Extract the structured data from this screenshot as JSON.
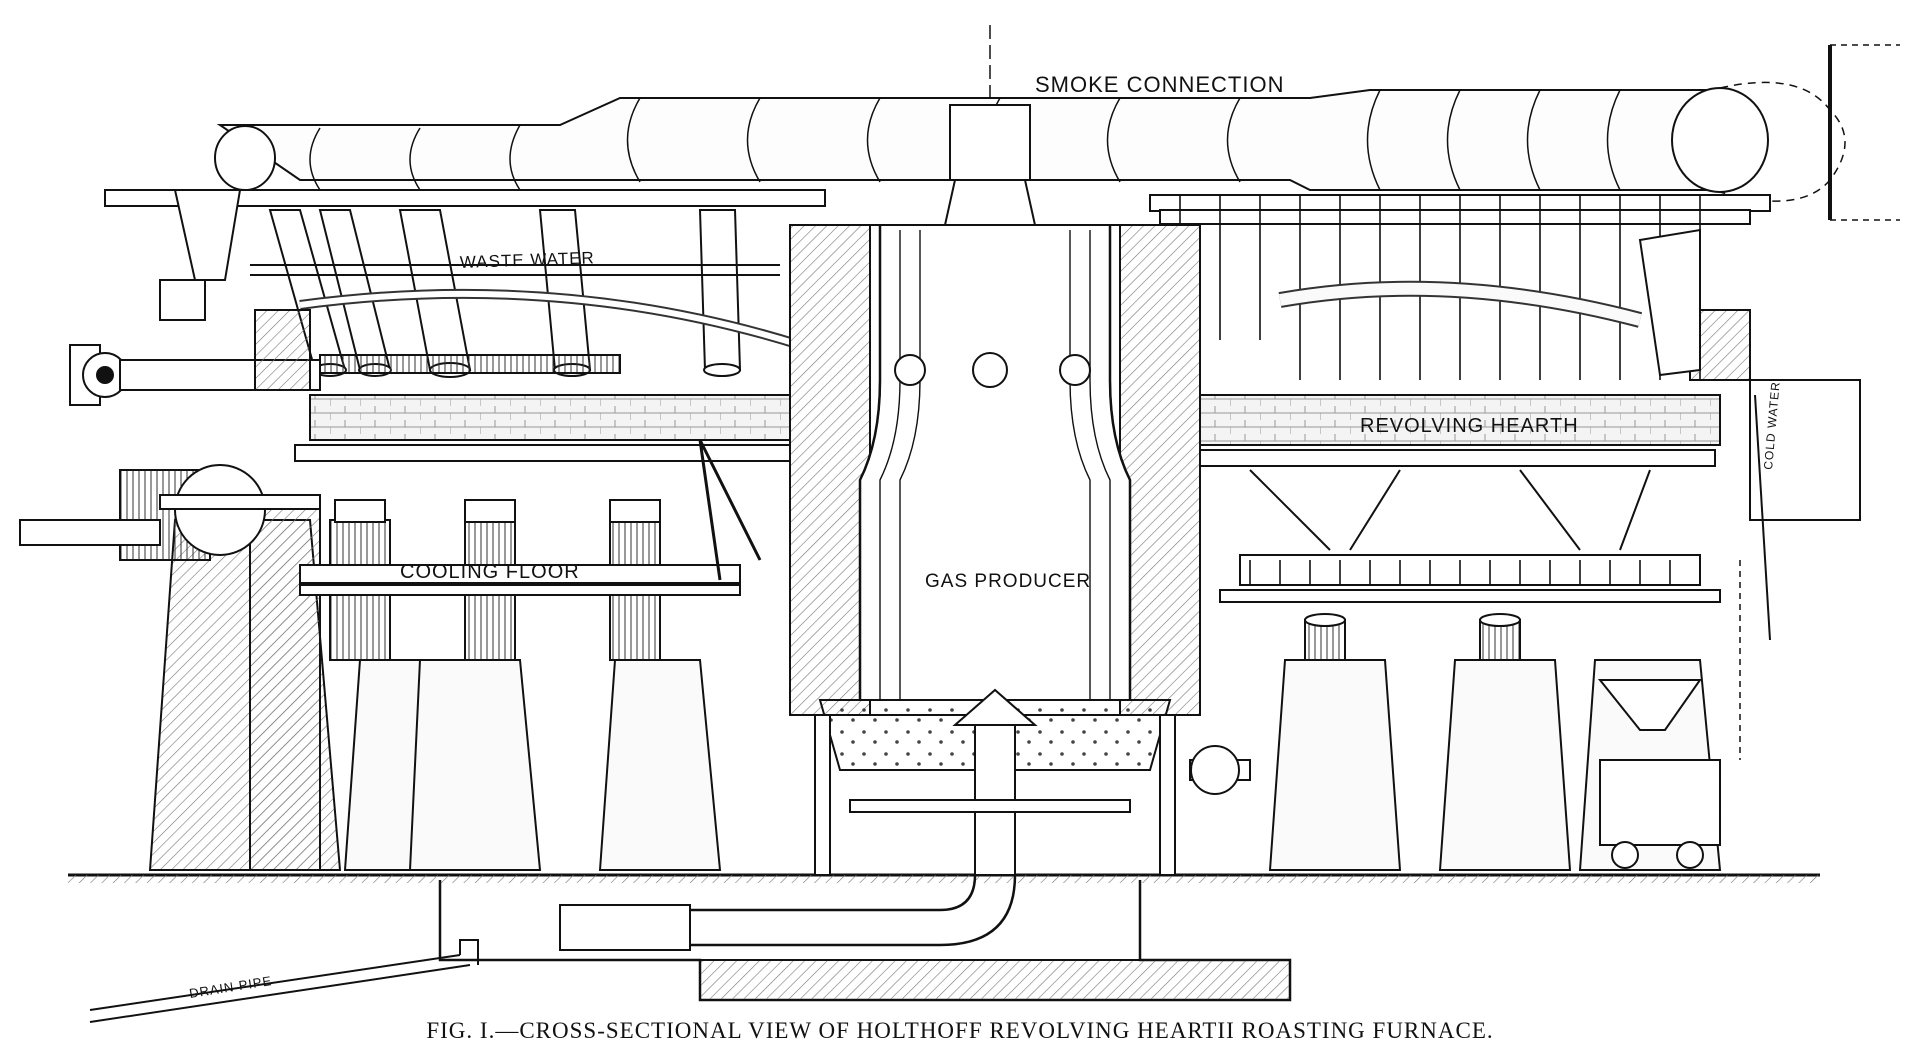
{
  "labels": {
    "smoke_connection": "SMOKE CONNECTION",
    "waste_water": "WASTE WATER",
    "revolving_hearth": "REVOLVING HEARTH",
    "cooling_floor": "COOLING FLOOR",
    "gas_producer": "GAS PRODUCER",
    "drain_pipe": "DRAIN PIPE",
    "cold_water": "COLD WATER"
  },
  "caption": "FIG. I.—CROSS-SECTIONAL VIEW OF HOLTHOFF REVOLVING HEARTII  ROASTING FURNACE."
}
